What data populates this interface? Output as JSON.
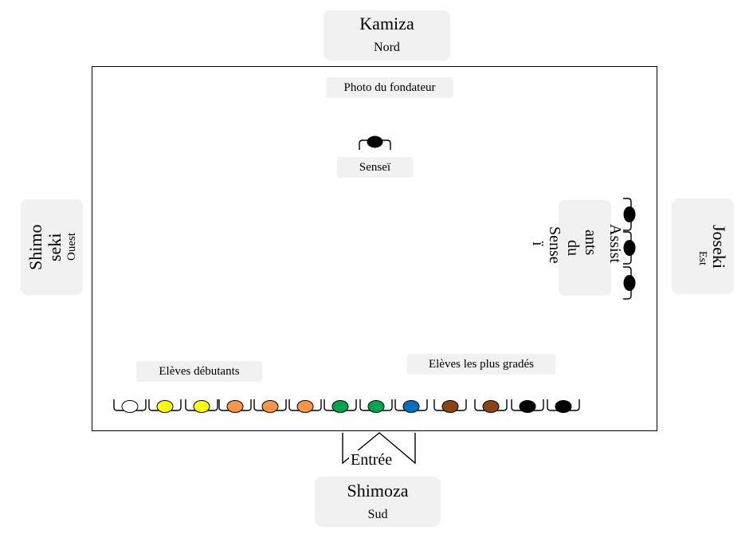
{
  "kamiza": {
    "title": "Kamiza",
    "direction": "Nord"
  },
  "shimoza": {
    "title": "Shimoza",
    "direction": "Sud"
  },
  "shimoseki": {
    "title_line1": "Shimo",
    "title_line2": "seki",
    "direction": "Ouest"
  },
  "joseki": {
    "title": "Joseki",
    "direction": "Est"
  },
  "labels": {
    "founder": "Photo du fondateur",
    "sensei": "Senseï",
    "beginners": "Elèves débutants",
    "advanced": "Elèves les plus gradés",
    "entrance": "Entrée",
    "assistants_lines": [
      "Assist",
      "ants",
      "du",
      "Sense",
      "ï"
    ]
  },
  "colors": {
    "belt_white": "#ffffff",
    "belt_yellow": "#ffff00",
    "belt_orange": "#f79646",
    "belt_green": "#00a550",
    "belt_blue": "#0070c0",
    "belt_brown": "#8b4513",
    "belt_black": "#000000"
  },
  "students": [
    {
      "belt": "white",
      "color": "#ffffff"
    },
    {
      "belt": "yellow",
      "color": "#ffff00"
    },
    {
      "belt": "yellow",
      "color": "#ffff00"
    },
    {
      "belt": "orange",
      "color": "#f79646"
    },
    {
      "belt": "orange",
      "color": "#f79646"
    },
    {
      "belt": "orange",
      "color": "#f79646"
    },
    {
      "belt": "green",
      "color": "#00a550"
    },
    {
      "belt": "green",
      "color": "#00a550"
    },
    {
      "belt": "blue",
      "color": "#0070c0"
    },
    {
      "belt": "brown",
      "color": "#8b4513"
    },
    {
      "belt": "brown",
      "color": "#8b4513"
    },
    {
      "belt": "black",
      "color": "#000000"
    },
    {
      "belt": "black",
      "color": "#000000"
    }
  ]
}
